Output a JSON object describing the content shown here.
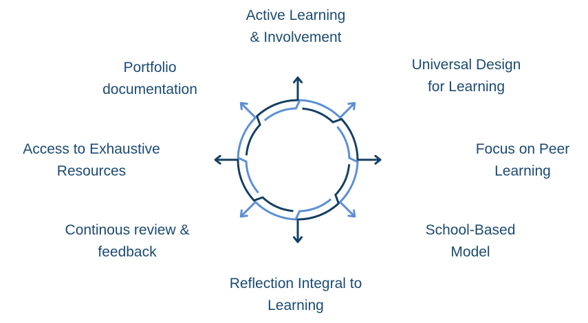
{
  "diagram": {
    "colors": {
      "dark": "#143f62",
      "light": "#5b8fd6",
      "text": "#1b4a72"
    },
    "labels": [
      {
        "id": "top",
        "lines": [
          "Active Learning",
          "& Involvement"
        ]
      },
      {
        "id": "top-right",
        "lines": [
          "Universal Design",
          "for Learning"
        ]
      },
      {
        "id": "right",
        "lines": [
          "Focus on Peer",
          "Learning"
        ]
      },
      {
        "id": "bottom-right",
        "lines": [
          "School-Based",
          "Model"
        ]
      },
      {
        "id": "bottom",
        "lines": [
          "Reflection Integral to",
          "Learning"
        ]
      },
      {
        "id": "bottom-left",
        "lines": [
          "Continous review &",
          "feedback"
        ]
      },
      {
        "id": "left",
        "lines": [
          "Access to Exhaustive",
          "Resources"
        ]
      },
      {
        "id": "top-left",
        "lines": [
          "Portfolio",
          "documentation"
        ]
      }
    ],
    "arrows": [
      {
        "direction": "top",
        "color": "dark"
      },
      {
        "direction": "top-right",
        "color": "light"
      },
      {
        "direction": "right",
        "color": "dark"
      },
      {
        "direction": "bottom-right",
        "color": "light"
      },
      {
        "direction": "bottom",
        "color": "dark"
      },
      {
        "direction": "bottom-left",
        "color": "light"
      },
      {
        "direction": "left",
        "color": "dark"
      },
      {
        "direction": "top-left",
        "color": "light"
      }
    ]
  }
}
